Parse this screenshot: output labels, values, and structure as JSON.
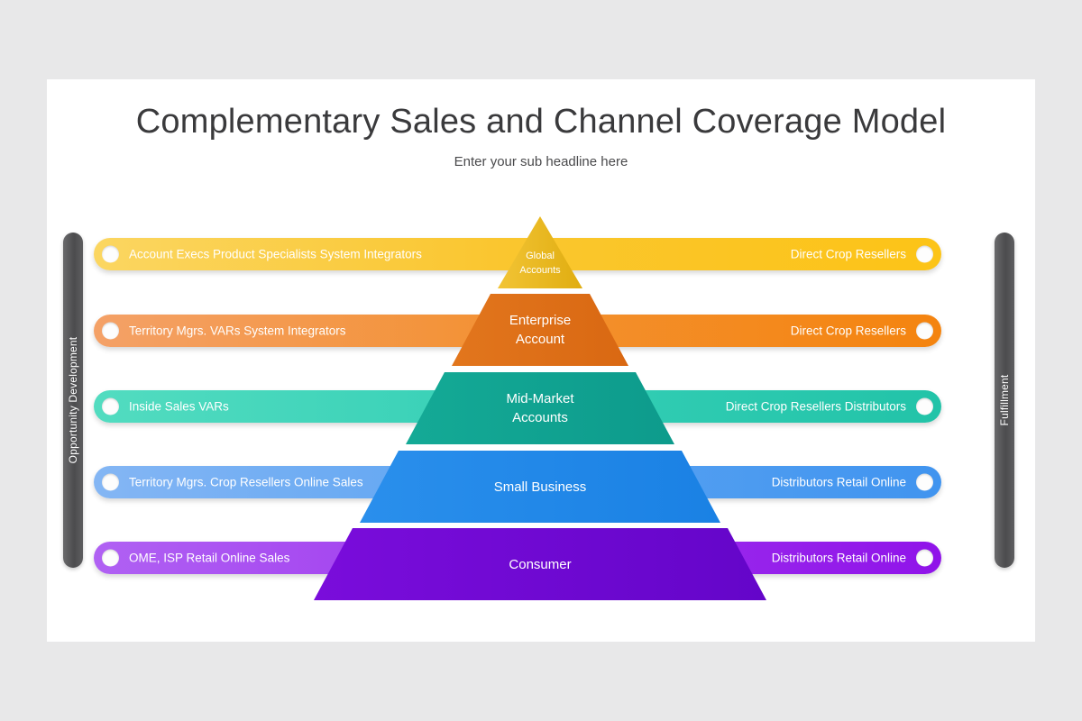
{
  "slide": {
    "title": "Complementary Sales and Channel Coverage Model",
    "subtitle": "Enter your sub headline here",
    "background_color": "#e8e8e9",
    "canvas_color": "#ffffff"
  },
  "sidebars": {
    "left": {
      "label": "Opportunity Development",
      "color": "#4c4c4e"
    },
    "right": {
      "label": "Fulfillment",
      "color": "#4c4c4e"
    }
  },
  "rows": [
    {
      "tier": "Global Accounts",
      "tier_line1": "Global",
      "tier_line2": "Accounts",
      "left_label": "Account Execs Product Specialists System Integrators",
      "right_label": "Direct Crop Resellers",
      "band_color": "#fac62f",
      "tier_color": "#e9b81c"
    },
    {
      "tier": "Enterprise Account",
      "tier_line1": "Enterprise",
      "tier_line2": "Account",
      "left_label": "Territory Mgrs. VARs System Integrators",
      "right_label": "Direct Crop Resellers",
      "band_color": "#f3902f",
      "tier_color": "#dd6d16"
    },
    {
      "tier": "Mid-Market Accounts",
      "tier_line1": "Mid-Market",
      "tier_line2": "Accounts",
      "left_label": "Inside Sales VARs",
      "right_label": "Direct Crop Resellers Distributors",
      "band_color": "#35cfb6",
      "tier_color": "#11a392"
    },
    {
      "tier": "Small Business",
      "tier_line1": "Small Business",
      "tier_line2": "",
      "left_label": "Territory Mgrs. Crop Resellers Online Sales",
      "right_label": "Distributors Retail Online",
      "band_color": "#5aa3f2",
      "tier_color": "#1f86e8"
    },
    {
      "tier": "Consumer",
      "tier_line1": "Consumer",
      "tier_line2": "",
      "left_label": "OME, ISP Retail Online Sales",
      "right_label": "Distributors Retail Online",
      "band_color": "#9e35ee",
      "tier_color": "#6d06cf"
    }
  ],
  "icons": {
    "marker": "circle-marker-icon"
  }
}
